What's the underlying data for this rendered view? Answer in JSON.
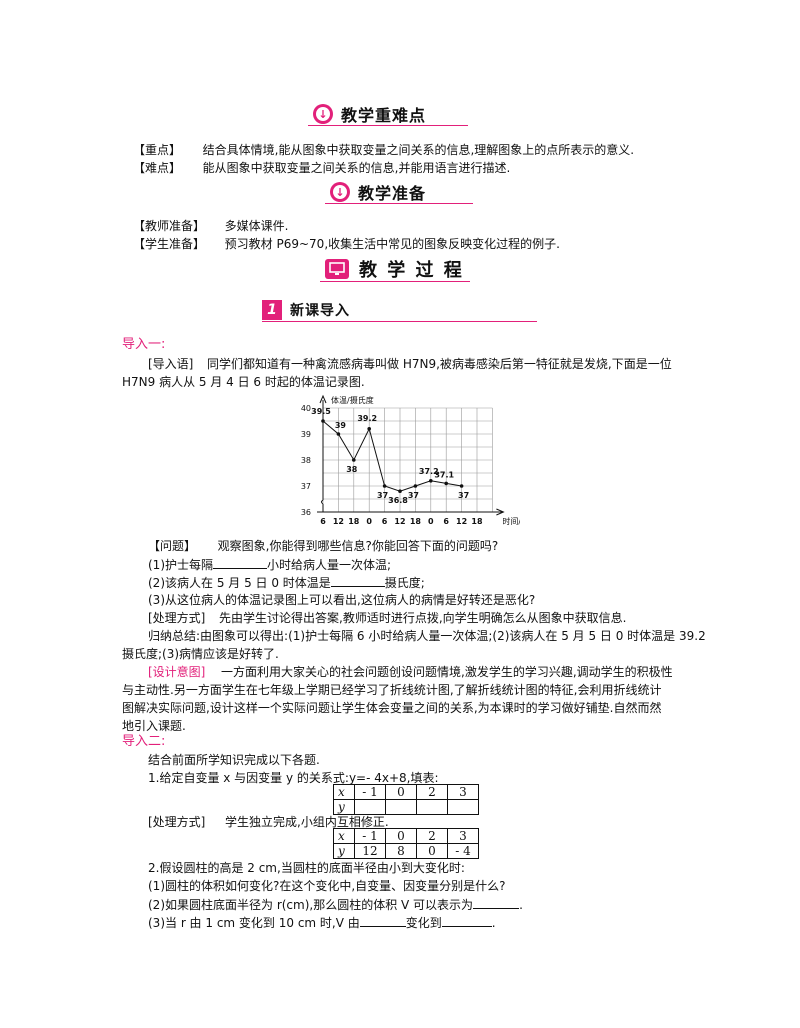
{
  "sections": {
    "key_points": {
      "title": "教学重难点"
    },
    "prep": {
      "title": "教学准备"
    },
    "process": {
      "title": "教 学 过 程"
    },
    "intro": {
      "badge": "1",
      "title": "新课导入"
    }
  },
  "key_points": {
    "focus_label": "【重点】",
    "focus_text": "结合具体情境,能从图象中获取变量之间关系的信息,理解图象上的点所表示的意义.",
    "difficulty_label": "【难点】",
    "difficulty_text": "能从图象中获取变量之间关系的信息,并能用语言进行描述."
  },
  "prep": {
    "teacher_label": "【教师准备】",
    "teacher_text": "多媒体课件.",
    "student_label": "【学生准备】",
    "student_text": "预习教材 P69~70,收集生活中常见的图象反映变化过程的例子."
  },
  "intro1": {
    "heading": "导入一:",
    "lead_label": "[导入语]",
    "lead_line1": "同学们都知道有一种禽流感病毒叫做 H7N9,被病毒感染后第一特征就是发烧,下面是一位",
    "lead_line2": "H7N9 病人从 5 月 4 日 6 时起的体温记录图.",
    "question_label": "【问题】",
    "question_text": "观察图象,你能得到哪些信息?你能回答下面的问题吗?",
    "q1_a": "(1)护士每隔",
    "q1_b": "小时给病人量一次体温;",
    "q2_a": "(2)该病人在 5 月 5 日 0 时体温是",
    "q2_b": "摄氏度;",
    "q3": "(3)从这位病人的体温记录图上可以看出,这位病人的病情是好转还是恶化?",
    "method_label": "[处理方式]",
    "method_text": "先由学生讨论得出答案,教师适时进行点拨,向学生明确怎么从图象中获取信息.",
    "summary_line1": "归纳总结:由图象可以得出:(1)护士每隔 6 小时给病人量一次体温;(2)该病人在 5 月 5 日 0 时体温是 39.2",
    "summary_line2": "摄氏度;(3)病情应该是好转了.",
    "design_label": "[设计意图]",
    "design_line1": "一方面利用大家关心的社会问题创设问题情境,激发学生的学习兴趣,调动学生的积极性",
    "design_line2": "与主动性.另一方面学生在七年级上学期已经学习了折线统计图,了解折线统计图的特征,会利用折线统计",
    "design_line3": "图解决实际问题,设计这样一个实际问题让学生体会变量之间的关系,为本课时的学习做好铺垫.自然而然",
    "design_line4": "地引入课题."
  },
  "intro2": {
    "heading": "导入二:",
    "lead": "结合前面所学知识完成以下各题.",
    "task1": "1.给定自变量 x 与因变量 y 的关系式:y=- 4x+8,填表:",
    "table1": {
      "x_label": "x",
      "y_label": "y",
      "x_values": [
        "- 1",
        "0",
        "2",
        "3"
      ],
      "y_values": [
        "",
        "",
        "",
        ""
      ]
    },
    "method_label": "[处理方式]",
    "method_text": "学生独立完成,小组内互相修正.",
    "table2": {
      "x_label": "x",
      "y_label": "y",
      "x_values": [
        "- 1",
        "0",
        "2",
        "3"
      ],
      "y_values": [
        "12",
        "8",
        "0",
        "- 4"
      ]
    },
    "task2": "2.假设圆柱的高是 2 cm,当圆柱的底面半径由小到大变化时:",
    "t2q1": "(1)圆柱的体积如何变化?在这个变化中,自变量、因变量分别是什么?",
    "t2q2_a": "(2)如果圆柱底面半径为 r(cm),那么圆柱的体积 V 可以表示为",
    "t2q2_b": ".",
    "t2q3_a": "(3)当 r 由 1 cm 变化到 10 cm 时,V 由",
    "t2q3_b": "变化到",
    "t2q3_c": "."
  },
  "chart_data": {
    "type": "line",
    "ylabel": "体温/摄氏度",
    "xlabel": "时间/时",
    "x_tick_labels": [
      "6",
      "12",
      "18",
      "0",
      "6",
      "12",
      "18",
      "0",
      "6",
      "12",
      "18"
    ],
    "y_tick_labels": [
      "36",
      "37",
      "38",
      "39",
      "40"
    ],
    "ylim": [
      36,
      40
    ],
    "series": [
      {
        "x_index": [
          0,
          1,
          2,
          3,
          4,
          5,
          6,
          7,
          8,
          9
        ],
        "values": [
          39.5,
          39,
          38,
          39.2,
          37,
          36.8,
          37,
          37.2,
          37.1,
          37
        ]
      }
    ],
    "data_labels": [
      "39.5",
      "39",
      "38",
      "39.2",
      "37",
      "36.8",
      "37",
      "37.2",
      "37.1",
      "37"
    ],
    "grid": true
  }
}
